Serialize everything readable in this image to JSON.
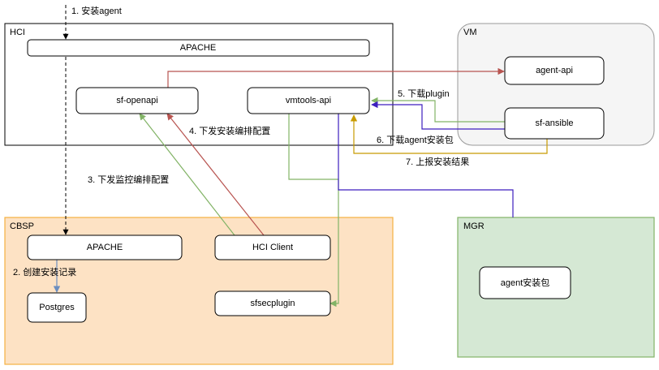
{
  "groups": {
    "hci": "HCI",
    "vm": "VM",
    "cbsp": "CBSP",
    "mgr": "MGR"
  },
  "nodes": {
    "apache_hci": "APACHE",
    "sf_openapi": "sf-openapi",
    "vmtools_api": "vmtools-api",
    "agent_api": "agent-api",
    "sf_ansible": "sf-ansible",
    "apache_cbsp": "APACHE",
    "hci_client": "HCI Client",
    "postgres": "Postgres",
    "sfsecplugin": "sfsecplugin",
    "agent_pkg": "agent安装包"
  },
  "steps": {
    "s1": "1. 安装agent",
    "s2": "2. 创建安装记录",
    "s3": "3. 下发监控编排配置",
    "s4": "4. 下发安装编排配置",
    "s5": "5. 下载plugin",
    "s6": "6. 下载agent安装包",
    "s7": "7. 上报安装结果"
  },
  "colors": {
    "red": "#b85450",
    "green": "#82b366",
    "purple": "#3d1fbf",
    "gold": "#c89b00",
    "blue": "#6c8ebf",
    "cbsp_fill": "#fde2c4",
    "cbsp_stroke": "#f5b041",
    "mgr_fill": "#d5e8d4",
    "mgr_stroke": "#82b366",
    "vm_fill": "#f5f5f5",
    "vm_stroke": "#999999"
  }
}
